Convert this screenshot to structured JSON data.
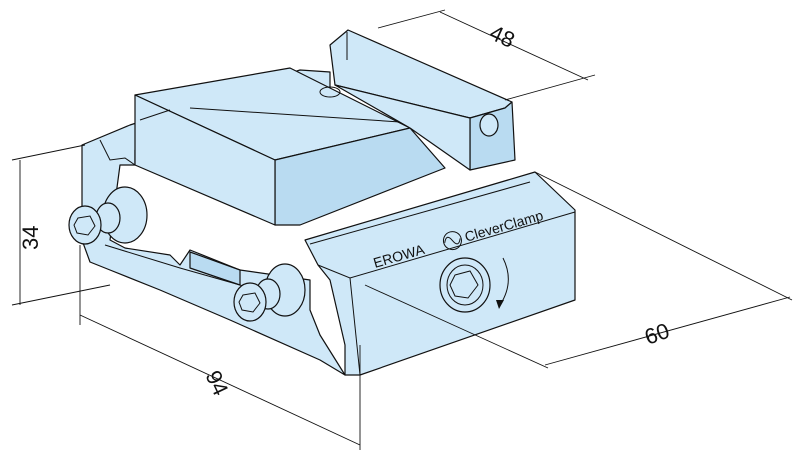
{
  "drawing": {
    "brand": "EROWA",
    "product": "CleverClamp",
    "fill_color": "#cfe8f8",
    "dimensions": {
      "width": "48",
      "height": "34",
      "length": "94",
      "depth": "60"
    }
  }
}
